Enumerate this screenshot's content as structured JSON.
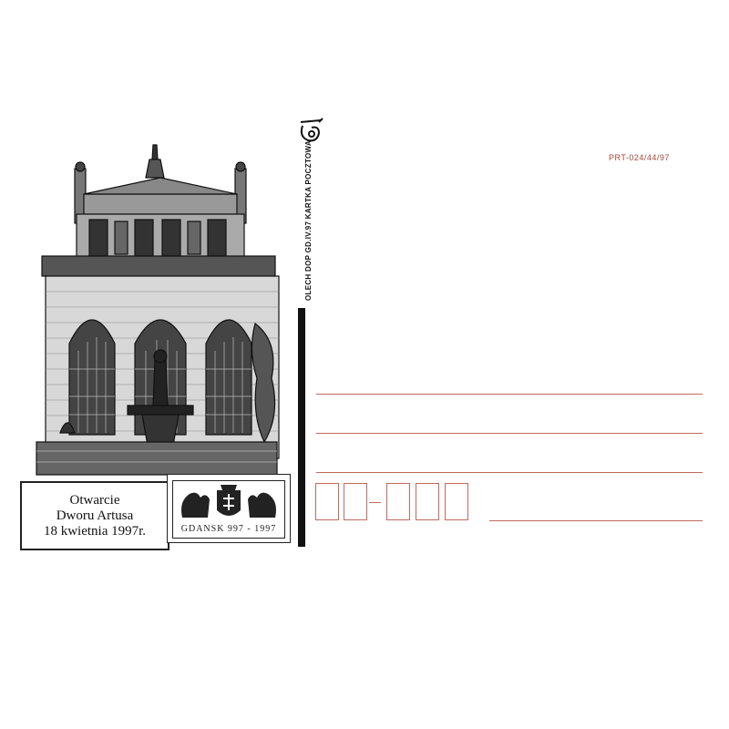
{
  "postcard": {
    "caption_lines": [
      "Otwarcie",
      "Dworu Artusa",
      "18 kwietnia 1997r."
    ],
    "logo_text": "GDANSK 997 - 1997",
    "vertical_imprint": "OLECH  DOP  GD.IV.97  KARTKA POCZTOWA",
    "code": "PRT-024/44/97"
  },
  "colors": {
    "ink": "#111111",
    "guide_lines": "#c26a5c",
    "code_text": "#a3453a"
  },
  "icons": {
    "post_horn": "post-horn-icon",
    "illustration": "artus-court-illustration"
  }
}
